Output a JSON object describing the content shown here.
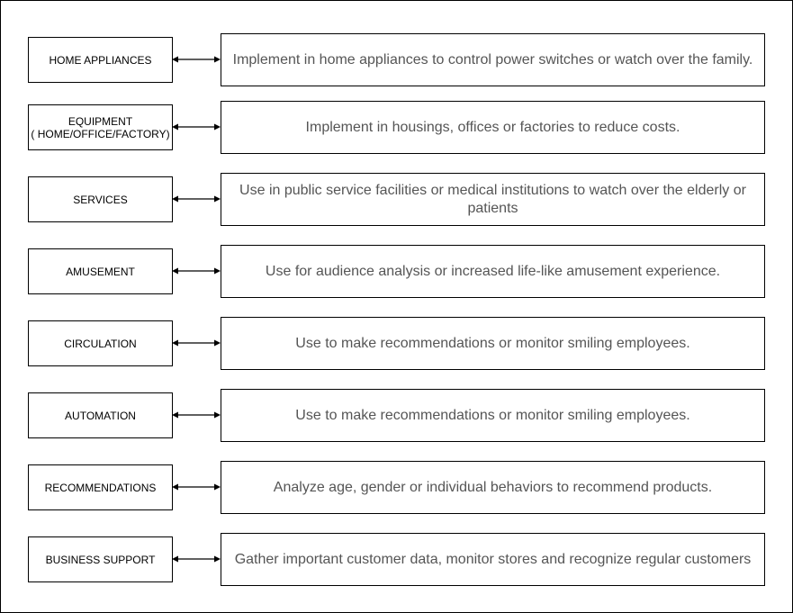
{
  "rows": [
    {
      "category": "HOME APPLIANCES",
      "description": "Implement in home appliances to control power switches or watch over the family."
    },
    {
      "category": "EQUIPMENT\n( HOME/OFFICE/FACTORY)",
      "description": "Implement in housings, offices or factories to reduce costs."
    },
    {
      "category": "SERVICES",
      "description": "Use in public service facilities or medical institutions to watch over the elderly or patients"
    },
    {
      "category": "AMUSEMENT",
      "description": "Use for audience analysis or increased life-like amusement experience."
    },
    {
      "category": "CIRCULATION",
      "description": "Use to make recommendations or monitor smiling employees."
    },
    {
      "category": "AUTOMATION",
      "description": "Use to make recommendations or monitor smiling employees."
    },
    {
      "category": "RECOMMENDATIONS",
      "description": "Analyze age, gender or individual behaviors to recommend products."
    },
    {
      "category": "BUSINESS SUPPORT",
      "description": "Gather important customer data, monitor stores and recognize regular customers"
    }
  ],
  "colors": {
    "border": "#000000",
    "category_text": "#000000",
    "description_text": "#555555",
    "background": "#ffffff"
  }
}
